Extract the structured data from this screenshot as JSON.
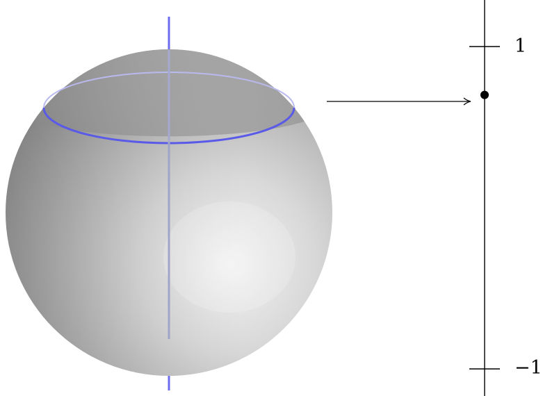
{
  "number_line": {
    "top_label": "1",
    "bottom_label": "−1",
    "point_value": 0.7
  },
  "colors": {
    "axis_blue": "#6b6bf0",
    "circle_blue": "#5a5ae8",
    "ink": "#000000"
  }
}
